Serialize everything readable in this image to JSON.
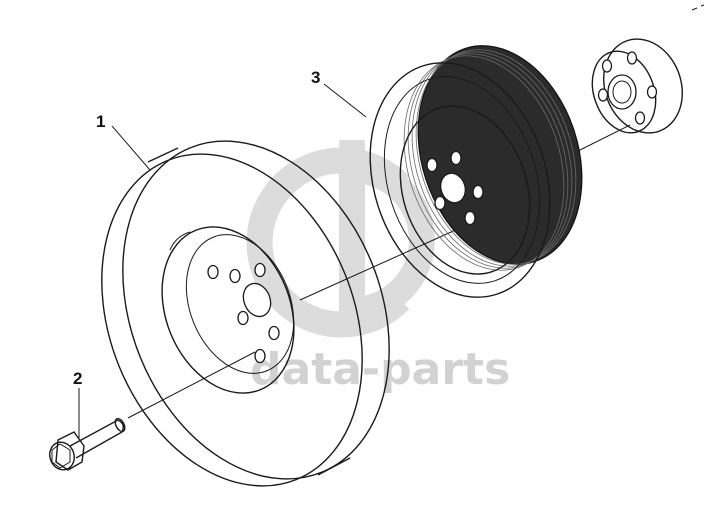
{
  "diagram": {
    "callouts": [
      {
        "id": "1",
        "label": "1"
      },
      {
        "id": "2",
        "label": "2"
      },
      {
        "id": "3",
        "label": "3"
      }
    ],
    "watermark": {
      "text": "data-parts",
      "logo": "gd-monogram"
    },
    "parts": [
      {
        "callout": "1",
        "icon": "flywheel-disc-icon"
      },
      {
        "callout": "2",
        "icon": "flange-bolt-icon"
      },
      {
        "callout": "3",
        "icon": "vibration-damper-pulley-icon"
      }
    ],
    "colors": {
      "line": "#1a1a1a",
      "watermark": "#d2d2d2",
      "background": "#ffffff"
    }
  }
}
